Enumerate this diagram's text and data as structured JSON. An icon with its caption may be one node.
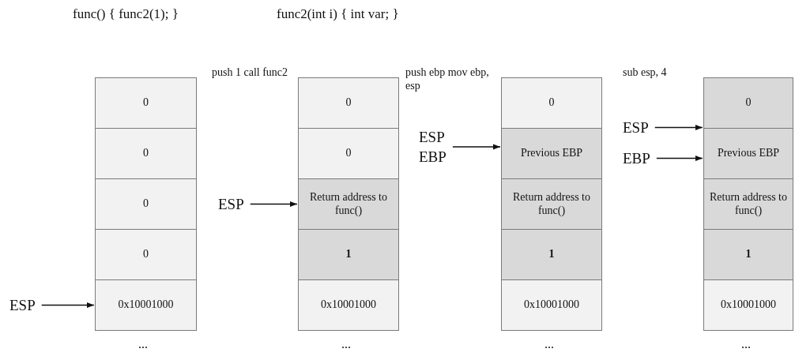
{
  "diagram": {
    "nodes": [
      {
        "text": [
          "0"
        ]
      },
      {
        "text": [
          "0"
        ]
      },
      {
        "text": [
          "0"
        ]
      },
      {
        "text": [
          "0"
        ]
      },
      {
        "text": [
          "0x10001000"
        ]
      },
      {
        "text": [
          "0"
        ]
      },
      {
        "text": [
          "0"
        ]
      },
      {
        "text": [
          "Return address to func()"
        ]
      },
      {
        "text": [
          "1"
        ]
      },
      {
        "text": [
          "0x10001000"
        ]
      },
      {
        "text": [
          "0"
        ]
      },
      {
        "text": [
          "Previous EBP"
        ]
      },
      {
        "text": [
          "Return address to func()"
        ]
      },
      {
        "text": [
          "1"
        ]
      },
      {
        "text": [
          "0x10001000"
        ]
      },
      {
        "text": [
          "0"
        ]
      },
      {
        "text": [
          "Previous EBP"
        ]
      },
      {
        "text": [
          "Return address to func()"
        ]
      },
      {
        "text": [
          "1"
        ]
      },
      {
        "text": [
          "0x10001000"
        ]
      },
      {
        "text": [
          "ESP"
        ]
      },
      {
        "text": [
          "ESP"
        ]
      },
      {
        "text": [
          "ESP",
          "EBP"
        ]
      },
      {
        "text": [
          "ESP"
        ]
      },
      {
        "text": [
          "EBP"
        ]
      }
    ],
    "edges": [
      {
        "from": 20,
        "to": 4,
        "arrow": "to"
      },
      {
        "from": 21,
        "to": 7,
        "arrow": "to"
      },
      {
        "from": 22,
        "to": 11,
        "arrow": "to"
      },
      {
        "from": 23,
        "to": 15,
        "arrow": "to"
      },
      {
        "from": 24,
        "to": 16,
        "arrow": "to"
      }
    ],
    "labels": [
      "func() { func2(1); }",
      "func2(int i) { int var; }",
      "push 1 call func2",
      "push ebp mov ebp, esp",
      "sub esp, 4",
      "...",
      "...",
      "...",
      "..."
    ]
  }
}
